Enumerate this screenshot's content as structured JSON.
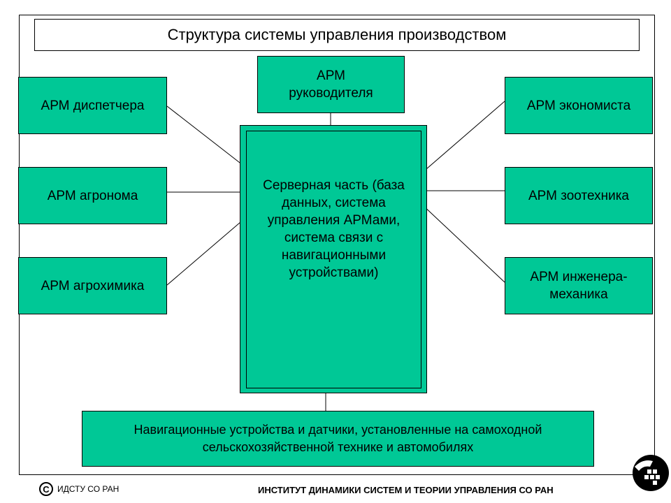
{
  "title": "Структура системы управления производством",
  "nodes": {
    "manager": "АРМ руководителя",
    "dispatcher": "АРМ диспетчера",
    "agronomist": "АРМ агронома",
    "agrochemist": "АРМ агрохимика",
    "economist": "АРМ экономиста",
    "zootechnician": "АРМ зоотехника",
    "engineer": "АРМ инженера-механика",
    "server": "Серверная часть (база данных, система управления АРМами, система связи с навигационными устройствами)",
    "navigation": "Навигационные устройства и датчики, установленные на самоходной сельскохозяйственной технике и автомобилях"
  },
  "footer": {
    "copyright_symbol": "C",
    "copyright_text": "ИДСТУ СО РАН",
    "institute": "ИНСТИТУТ ДИНАМИКИ СИСТЕМ И ТЕОРИИ УПРАВЛЕНИЯ СО РАН"
  },
  "colors": {
    "box_fill": "#00c896",
    "border": "#000000"
  }
}
